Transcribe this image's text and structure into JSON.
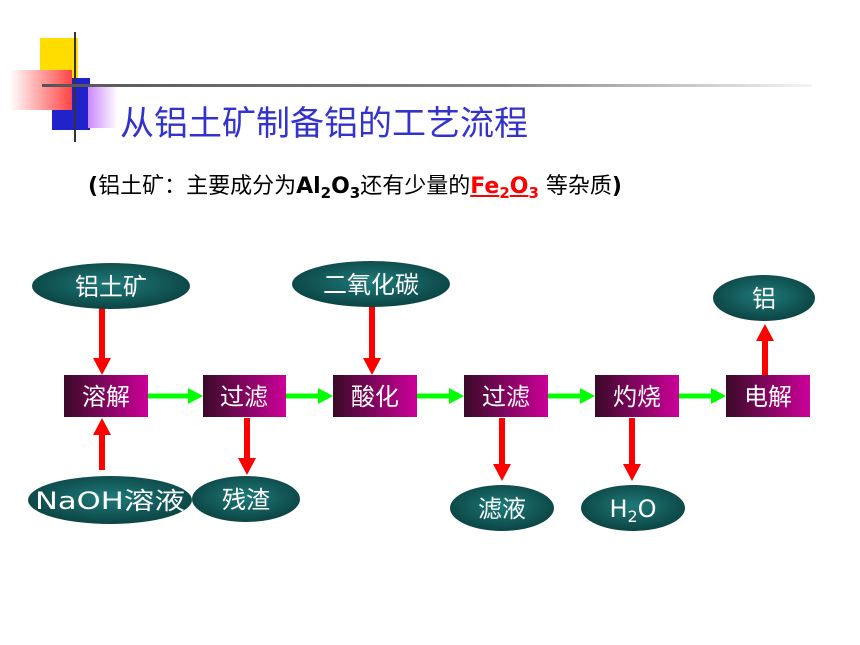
{
  "title": "从铝土矿制备铝的工艺流程",
  "subtitle": {
    "open": "(",
    "prefix": "铝土矿：主要成分为",
    "al": "Al",
    "al_sub": "2",
    "o": "O",
    "o_sub": "3",
    "middle": "还有少量的",
    "fe": "Fe",
    "fe_sub": "2",
    "fe_o": "O",
    "fe_o_sub": "3",
    "suffix": " 等杂质",
    "close": ")"
  },
  "processes": {
    "dissolve": "溶解",
    "filter1": "过滤",
    "acidify": "酸化",
    "filter2": "过滤",
    "calcine": "灼烧",
    "electrolysis": "电解"
  },
  "inputs": {
    "bauxite": "铝土矿",
    "naoh": "NaOH溶液",
    "co2": "二氧化碳"
  },
  "outputs": {
    "residue": "残渣",
    "filtrate": "滤液",
    "water_h": "H",
    "water_sub": "2",
    "water_o": "O",
    "aluminum": "铝"
  },
  "colors": {
    "title": "#3333cc",
    "process_gradient_from": "#3a0a28",
    "process_gradient_to": "#cc0099",
    "oval_dark": "#0a3f3f",
    "oval_light": "#1f7a7a",
    "flow_arrow": "#00ff00",
    "feed_arrow": "#ff0000",
    "highlight": "#ff0000"
  }
}
